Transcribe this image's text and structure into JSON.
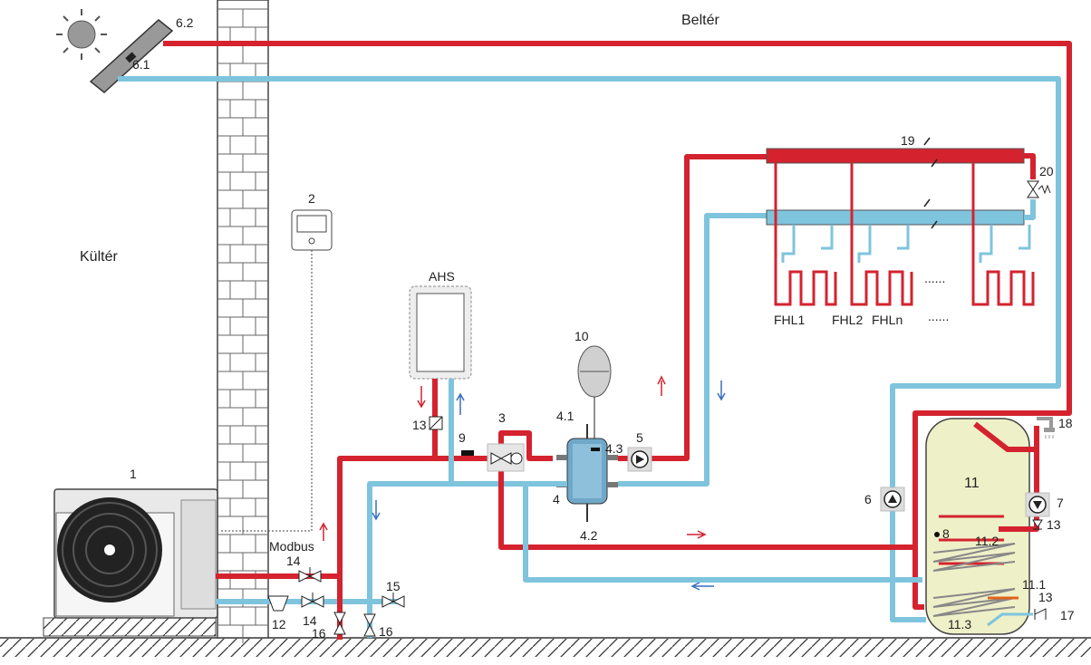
{
  "areas": {
    "indoor": "Beltér",
    "outdoor": "Kültér"
  },
  "labels": {
    "unit": "1",
    "controller": "2",
    "three_way_valve": "3",
    "buffer": "4",
    "buffer_air": "4.1",
    "buffer_drain": "4.2",
    "buffer_sensor": "4.3",
    "pump_5": "5",
    "pump_6": "6",
    "pump_7": "7",
    "solar_in": "6.1",
    "solar_out": "6.2",
    "sensor_8": "8",
    "sensor_9": "9",
    "expansion": "10",
    "tank": "11",
    "tank_coil_1": "11.1",
    "tank_coil_2": "11.2",
    "tank_coil_3": "11.3",
    "filter": "12",
    "check_13_a": "13",
    "check_13_b": "13",
    "check_13_c": "13",
    "valve_14_a": "14",
    "valve_14_b": "14",
    "valve_15": "15",
    "valve_16_a": "16",
    "valve_16_b": "16",
    "inlet_17": "17",
    "shower_18": "18",
    "manifold": "19",
    "bypass_20": "20",
    "ahs": "AHS",
    "modbus": "Modbus",
    "fhl1": "FHL1",
    "fhl2": "FHL2",
    "fhln": "FHLn",
    "dots": "......"
  },
  "colors": {
    "hot": "#d4232f",
    "cold": "#7fc4dd",
    "tank": "#eef0c8",
    "box": "#d9d9d9"
  }
}
